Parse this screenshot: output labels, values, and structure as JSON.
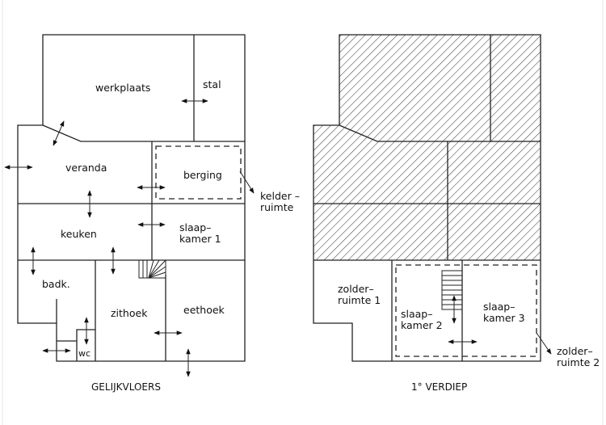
{
  "ground_floor": {
    "caption": "GELIJKVLOERS",
    "rooms": {
      "werkplaats": "werkplaats",
      "stal": "stal",
      "veranda": "veranda",
      "berging": "berging",
      "keuken": "keuken",
      "slaapkamer1_line1": "slaap–",
      "slaapkamer1_line2": "kamer 1",
      "badk": "badk.",
      "zithoek": "zithoek",
      "eethoek": "eethoek",
      "wc": "wc"
    },
    "callout_line1": "kelder –",
    "callout_line2": "ruimte"
  },
  "first_floor": {
    "caption": "1° VERDIEP",
    "rooms": {
      "zolderruimte1_line1": "zolder–",
      "zolderruimte1_line2": "ruimte 1",
      "slaapkamer2_line1": "slaap–",
      "slaapkamer2_line2": "kamer 2",
      "slaapkamer3_line1": "slaap–",
      "slaapkamer3_line2": "kamer 3"
    },
    "callout_line1": "zolder–",
    "callout_line2": "ruimte 2"
  }
}
